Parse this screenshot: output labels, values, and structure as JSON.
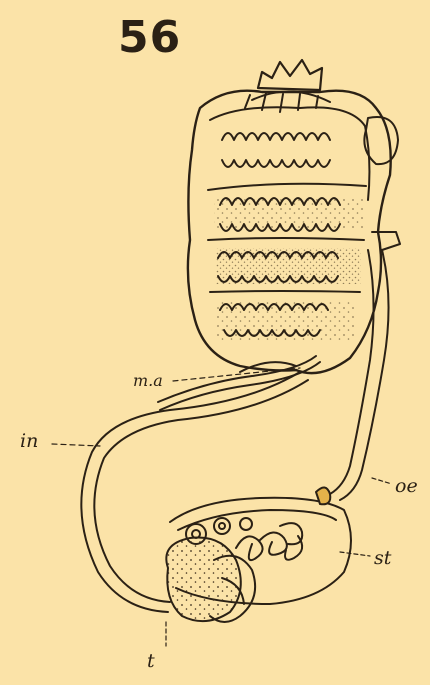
{
  "figure": {
    "number": "56",
    "labels": {
      "ma": "m.a",
      "in": "in",
      "oe": "oe",
      "st": "st",
      "t": "t"
    },
    "background": "#fbe3a8",
    "ink": "#2b2115"
  }
}
